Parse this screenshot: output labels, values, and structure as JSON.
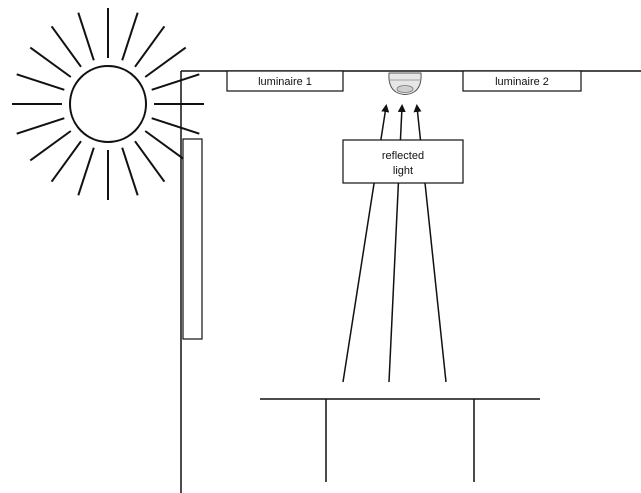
{
  "labels": {
    "luminaire_1": "luminaire 1",
    "luminaire_2": "luminaire 2",
    "reflected_light_line1": "reflected",
    "reflected_light_line2": "light"
  },
  "colors": {
    "stroke": "#111111",
    "sensor_fill": "#e6e6e6",
    "background": "#ffffff"
  }
}
